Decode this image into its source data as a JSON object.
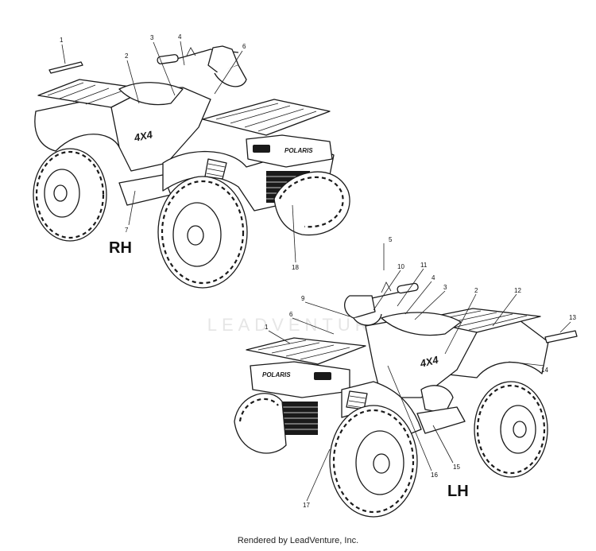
{
  "views": {
    "right": {
      "label": "RH"
    },
    "left": {
      "label": "LH"
    }
  },
  "decals": {
    "badge_4x4": "4X4",
    "brand": "POLARIS"
  },
  "callouts_rh": {
    "c1": "1",
    "c2": "2",
    "c3": "3",
    "c4": "4",
    "c6": "6",
    "c7": "7",
    "c18": "18"
  },
  "callouts_lh": {
    "c1": "1",
    "c2": "2",
    "c3": "3",
    "c4": "4",
    "c5": "5",
    "c6": "6",
    "c9": "9",
    "c10": "10",
    "c11": "11",
    "c12": "12",
    "c13": "13",
    "c14": "14",
    "c15": "15",
    "c16": "16",
    "c17": "17"
  },
  "watermark": "LEADVENTURE",
  "footer": "Rendered by LeadVenture, Inc."
}
